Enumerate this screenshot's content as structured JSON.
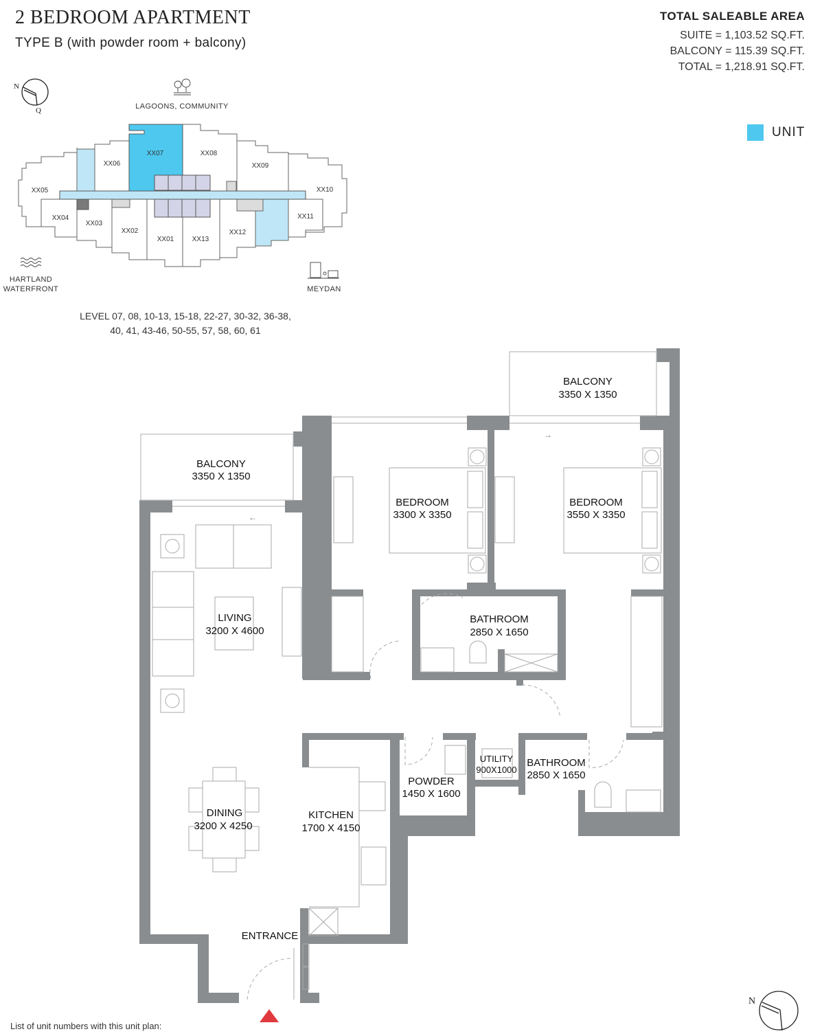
{
  "header": {
    "title": "2 BEDROOM APARTMENT",
    "subtitle": "TYPE B (with powder room + balcony)"
  },
  "area": {
    "heading": "TOTAL SALEABLE AREA",
    "suite": "SUITE = 1,103.52 SQ.FT.",
    "balcony": "BALCONY = 115.39 SQ.FT.",
    "total": "TOTAL = 1,218.91 SQ.FT."
  },
  "legend": {
    "label": "UNIT",
    "color": "#4ec8ef"
  },
  "compass": {
    "north": "N",
    "south": "Q"
  },
  "keyplan": {
    "landmarks": {
      "top": "LAGOONS, COMMUNITY",
      "bottom_left_1": "HARTLAND",
      "bottom_left_2": "WATERFRONT",
      "bottom_right": "MEYDAN"
    },
    "units": [
      "XX01",
      "XX02",
      "XX03",
      "XX04",
      "XX05",
      "XX06",
      "XX07",
      "XX08",
      "XX09",
      "XX10",
      "XX11",
      "XX12",
      "XX13"
    ],
    "highlighted_unit": "XX07",
    "colors": {
      "unit": "#4ec8ef",
      "corridor": "#bfe6f6",
      "core": "#d4d4e8",
      "service": "#dcdcdc",
      "dark": "#7a7a7a"
    }
  },
  "levels": {
    "line1": "LEVEL 07, 08, 10-13, 15-18, 22-27, 30-32, 36-38,",
    "line2": "40, 41, 43-46, 50-55, 57, 58, 60, 61"
  },
  "rooms": {
    "balcony_left": {
      "name": "BALCONY",
      "dims": "3350 X 1350"
    },
    "balcony_right": {
      "name": "BALCONY",
      "dims": "3350 X 1350"
    },
    "bedroom1": {
      "name": "BEDROOM",
      "dims": "3300 X 3350"
    },
    "bedroom2": {
      "name": "BEDROOM",
      "dims": "3550 X 3350"
    },
    "living": {
      "name": "LIVING",
      "dims": "3200 X 4600"
    },
    "bathroom1": {
      "name": "BATHROOM",
      "dims": "2850 X 1650"
    },
    "bathroom2": {
      "name": "BATHROOM",
      "dims": "2850 X 1650"
    },
    "utility": {
      "name": "UTILITY",
      "dims": "900X1000"
    },
    "powder": {
      "name": "POWDER",
      "dims": "1450 X 1600"
    },
    "dining": {
      "name": "DINING",
      "dims": "3200 X 4250"
    },
    "kitchen": {
      "name": "KITCHEN",
      "dims": "1700 X 4150"
    },
    "entrance": {
      "name": "ENTRANCE"
    }
  },
  "plan_colors": {
    "wall": "#8a8d8f",
    "entry_marker": "#e03a3e"
  },
  "footer": {
    "unit_list_label": "List of unit numbers with this unit plan:"
  }
}
